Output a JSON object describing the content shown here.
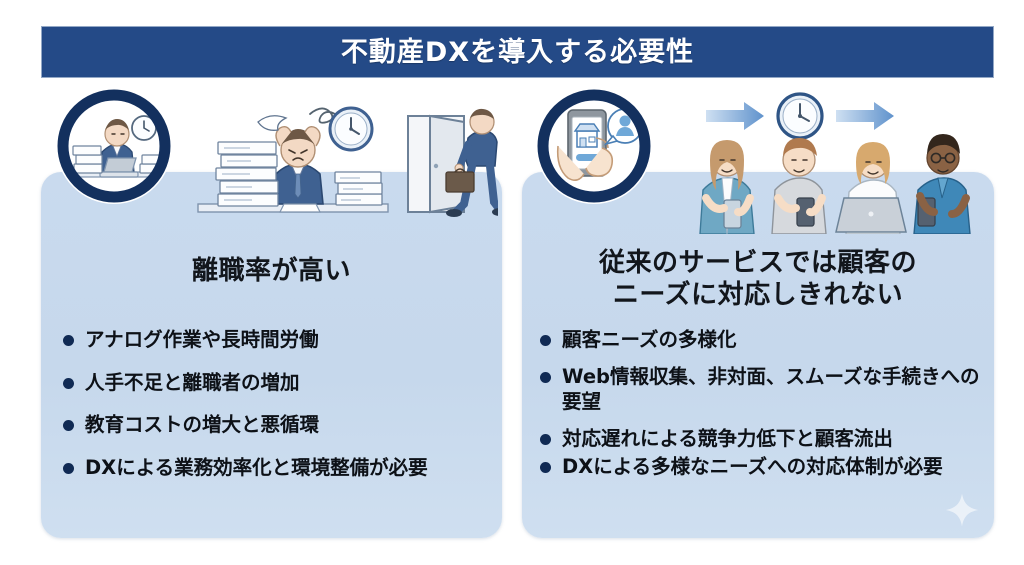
{
  "slide": {
    "title": "不動産DXを導入する必要性",
    "background_color": "#ffffff",
    "title_bar_color": "#244a87",
    "panel_color": "#c9daee",
    "accent_color": "#102a54"
  },
  "panels": [
    {
      "id": "left",
      "heading": "離職率が高い",
      "bullets": [
        "アナログ作業や長時間労働",
        "人手不足と離職者の増加",
        "教育コストの増大と悪循環",
        "DXによる業務効率化と環境整備が必要"
      ],
      "illustration": {
        "badge_icon": "office-worker-desk-icon",
        "scene_icons": [
          "stressed-worker-icon",
          "paper-stack-icon",
          "wall-clock-icon",
          "flying-paper-icon",
          "employee-leaving-door-icon"
        ]
      }
    },
    {
      "id": "right",
      "heading_line_1": "従来のサービスでは顧客の",
      "heading_line_2": "ニーズに対応しきれない",
      "bullets": [
        "顧客ニーズの多様化",
        "Web情報収集、非対面、スムーズな手続きへの要望",
        "対応遅れによる競争力低下と顧客流出",
        "DXによる多様なニーズへの対応体制が必要"
      ],
      "illustration": {
        "badge_icon": "smartphone-shop-user-icon",
        "scene_icons": [
          "arrow-right-icon",
          "wall-clock-icon",
          "arrow-right-icon",
          "people-using-smartphones-icon",
          "laptop-icon"
        ]
      }
    }
  ]
}
